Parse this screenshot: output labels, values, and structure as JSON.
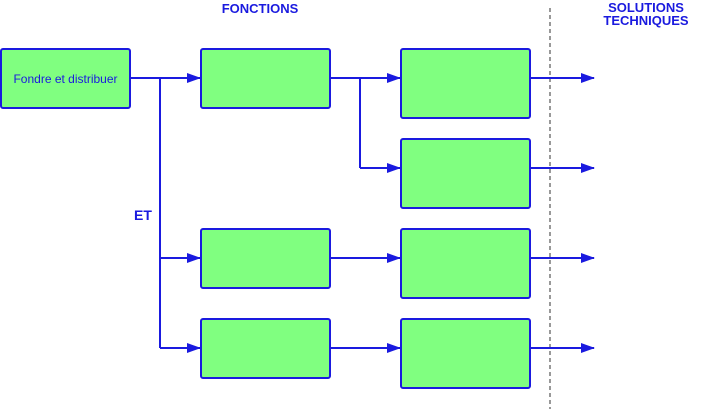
{
  "headers": {
    "fonctions": "FONCTIONS",
    "solutions_line1": "SOLUTIONS",
    "solutions_line2": "TECHNIQUES"
  },
  "connector_label": "ET",
  "main_function": "Fondre et distribuer",
  "colors": {
    "line": "#1a1adf",
    "box_fill": "#80ff80",
    "box_border": "#1a1adf",
    "divider": "#555555"
  }
}
